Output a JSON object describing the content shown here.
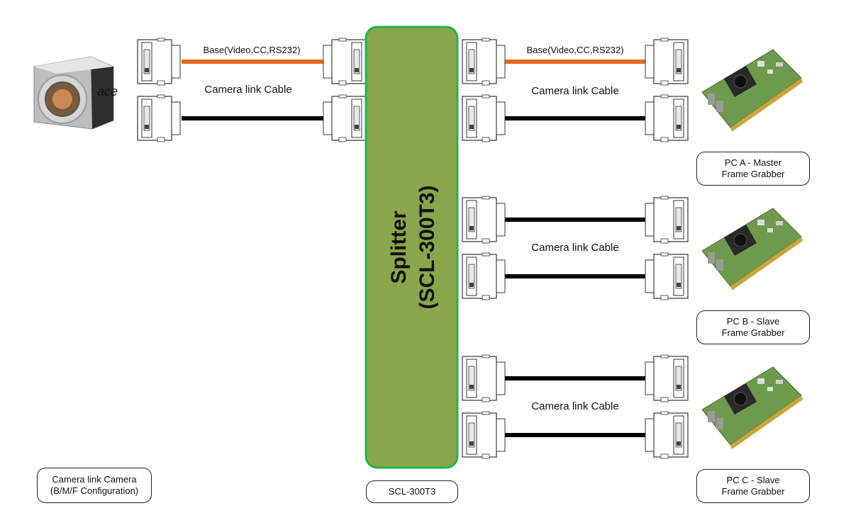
{
  "splitter": {
    "title": "Splitter",
    "model": "(SCL-300T3)",
    "caption": "SCL-300T3",
    "fill_color": "#8aa64a",
    "border_color": "#1fb54a",
    "text_color": "#6f3a9a"
  },
  "camera": {
    "brand_logo": "ace",
    "caption_line1": "Camera link Camera",
    "caption_line2": "(B/M/F Configuration)"
  },
  "cables": {
    "base_label": "Base(Video,CC,RS232)",
    "cable_label": "Camera link Cable",
    "base_color": "#e06a1a",
    "data_color": "#000000"
  },
  "pcs": [
    {
      "line1": "PC A - Master",
      "line2": "Frame Grabber"
    },
    {
      "line1": "PC B - Slave",
      "line2": "Frame Grabber"
    },
    {
      "line1": "PC C - Slave",
      "line2": "Frame Grabber"
    }
  ]
}
